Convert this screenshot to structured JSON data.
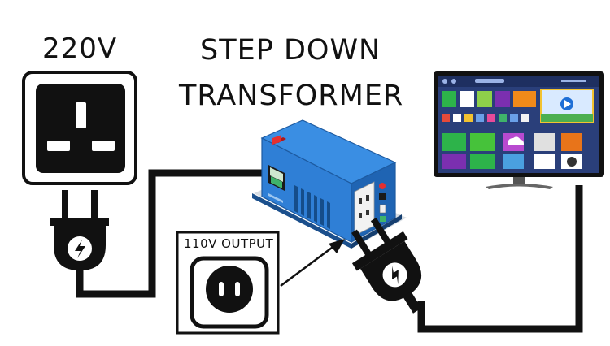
{
  "input_voltage_label": "220V",
  "title": {
    "line1": "STEP DOWN",
    "line2": "TRANSFORMER"
  },
  "output_label": "110V OUTPUT",
  "icons": {
    "wall_socket": "uk-wall-socket-icon",
    "input_plug": "power-plug-icon",
    "transformer": "step-down-transformer-icon",
    "output_socket": "us-outlet-icon",
    "output_plug": "power-plug-icon",
    "tv": "smart-tv-icon"
  },
  "colors": {
    "cable": "#111111",
    "transformer_body": "#2f7fd6",
    "transformer_dark": "#1f5fa8",
    "tv_bezel": "#111111",
    "tv_screen": "#2a3f7a"
  }
}
